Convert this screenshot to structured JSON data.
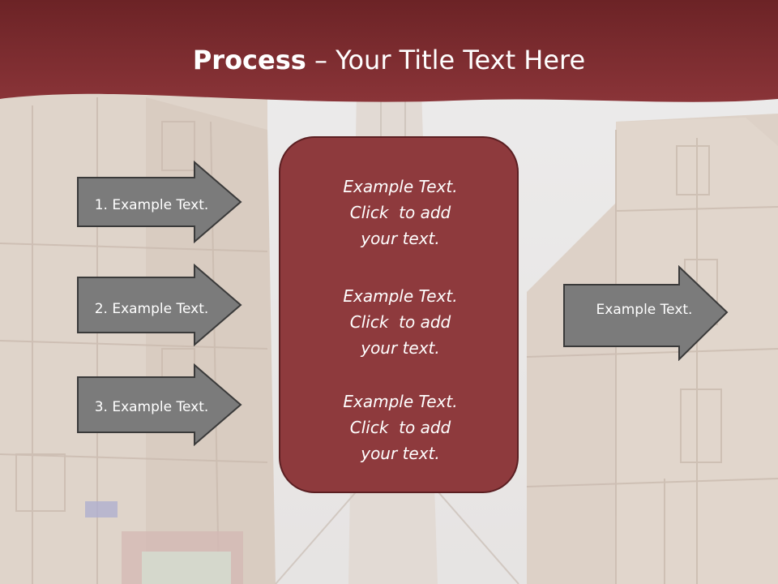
{
  "slide": {
    "title_bold": "Process",
    "title_rest": " – Your Title Text Here",
    "colors": {
      "header": "#7b2c2f",
      "box": "#8e3a3d",
      "arrow": "#7b7b7b"
    }
  },
  "left_arrows": [
    {
      "label": "1. Example Text."
    },
    {
      "label": "2. Example Text."
    },
    {
      "label": "3. Example Text."
    }
  ],
  "center_box": {
    "blocks": [
      {
        "line1": "Example Text.",
        "line2": "Click  to add",
        "line3": "your text."
      },
      {
        "line1": "Example Text.",
        "line2": "Click  to add",
        "line3": "your text."
      },
      {
        "line1": "Example Text.",
        "line2": "Click  to add",
        "line3": "your text."
      }
    ]
  },
  "right_arrow": {
    "label": "Example Text."
  }
}
